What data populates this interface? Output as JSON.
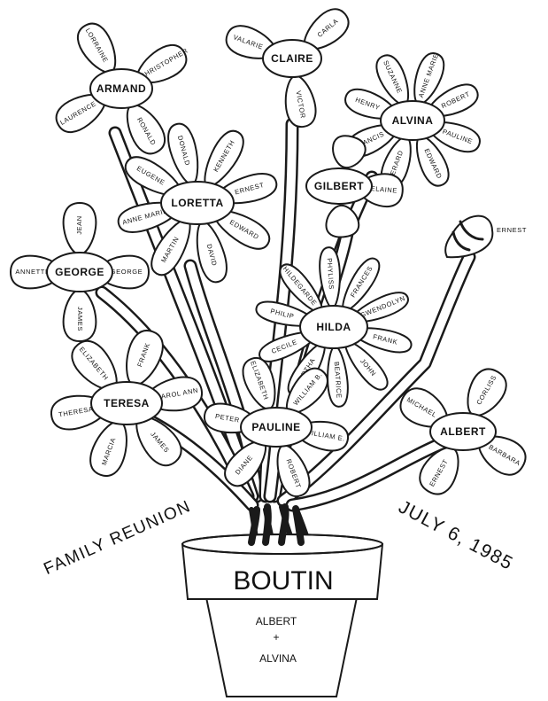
{
  "title": {
    "line1": "FAMILY REUNION",
    "line2": "JULY 6, 1985"
  },
  "pot": {
    "family": "BOUTIN",
    "parent1": "ALBERT",
    "joiner": "+",
    "parent2": "ALVINA"
  },
  "bud": {
    "name": "ERNEST"
  },
  "flowers": [
    {
      "id": "armand",
      "name": "ARMAND",
      "petals": [
        "LORRAINE",
        "CHRISTOPHER",
        "RONALD",
        "LAURENCE"
      ]
    },
    {
      "id": "claire",
      "name": "CLAIRE",
      "petals": [
        "VALARIE",
        "CARLA",
        "VICTOR"
      ]
    },
    {
      "id": "alvina",
      "name": "ALVINA",
      "petals": [
        "SUZANNE",
        "ANNE MARIE",
        "ROBERT",
        "PAULINE",
        "EDWARD",
        "GERARD",
        "FRANCIS",
        "HENRY"
      ]
    },
    {
      "id": "loretta",
      "name": "LORETTA",
      "petals": [
        "DONALD",
        "KENNETH",
        "ERNEST",
        "EDWARD",
        "DAVID",
        "MARTIN",
        "ANNE MARIE",
        "EUGENE"
      ]
    },
    {
      "id": "gilbert",
      "name": "GILBERT",
      "petals": [
        "ELAINE"
      ]
    },
    {
      "id": "george",
      "name": "GEORGE",
      "petals": [
        "JEAN",
        "GEORGE",
        "JAMES",
        "ANNETTE"
      ]
    },
    {
      "id": "hilda",
      "name": "HILDA",
      "petals": [
        "HILDEGARDE",
        "PHYLISS",
        "FRANCES",
        "GWENDOLYN",
        "FRANK",
        "JOHN",
        "BEATRICE",
        "MARTHA",
        "CECILE",
        "PHILIP"
      ]
    },
    {
      "id": "teresa",
      "name": "TERESA",
      "petals": [
        "FRANK",
        "CAROL ANN",
        "JAMES",
        "MARCIA",
        "THERESA",
        "ELIZABETH"
      ]
    },
    {
      "id": "pauline",
      "name": "PAULINE",
      "petals": [
        "ELIZABETH",
        "WILLIAM B.",
        "WILLIAM E.",
        "ROBERT",
        "DIANE",
        "PETER"
      ]
    },
    {
      "id": "albert",
      "name": "ALBERT",
      "petals": [
        "CORLISS",
        "BARBARA",
        "ERNEST",
        "MICHAEL"
      ]
    }
  ]
}
